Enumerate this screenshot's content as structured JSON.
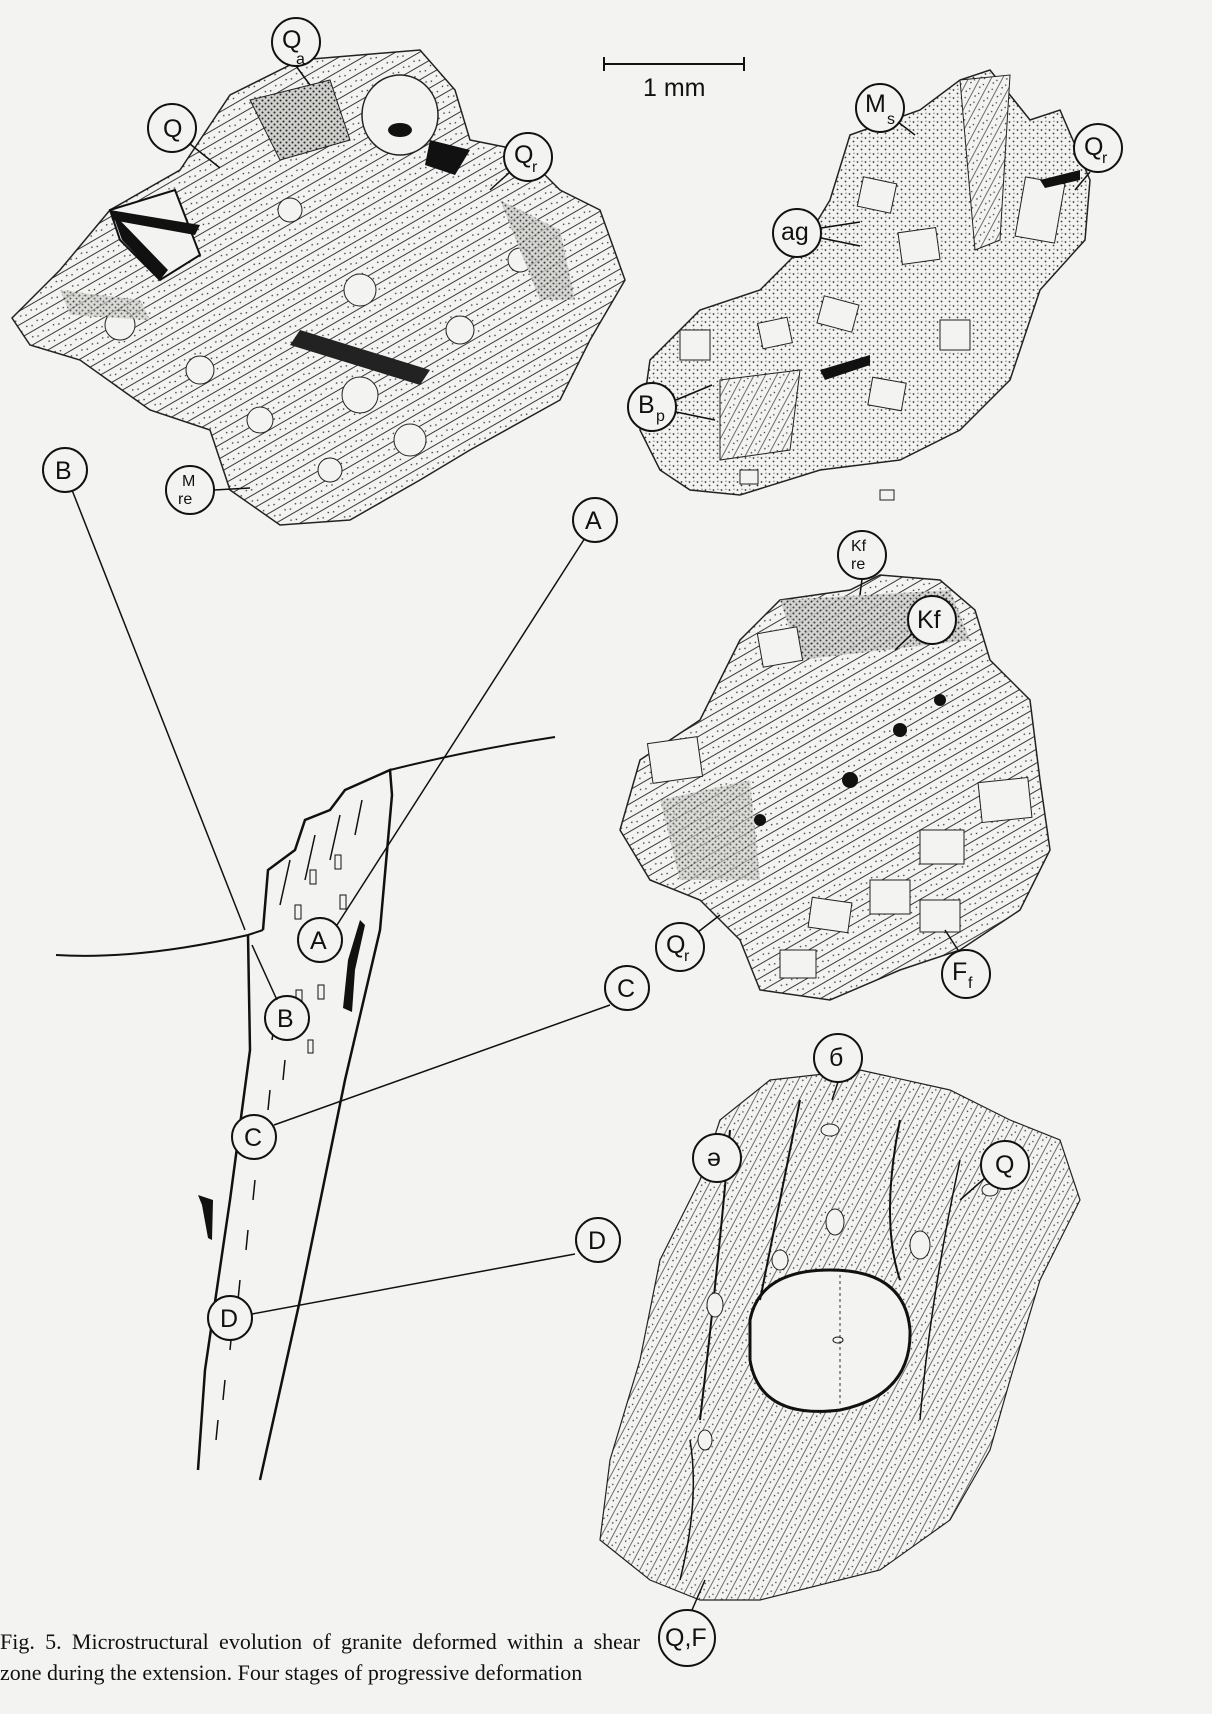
{
  "scale_bar": {
    "label": "1 mm"
  },
  "panels": {
    "B": {
      "labels": [
        "Q",
        "Q",
        "Q",
        "M"
      ],
      "subscripts": [
        "a",
        "r",
        "re"
      ]
    },
    "A": {
      "labels": [
        "M",
        "Q",
        "ag",
        "B"
      ],
      "subscripts": [
        "s",
        "r",
        "p"
      ]
    },
    "C": {
      "labels": [
        "Kf",
        "Kf",
        "Q",
        "F"
      ],
      "subscripts": [
        "re",
        "r",
        "f"
      ]
    },
    "D": {
      "labels": [
        "б",
        "ә",
        "Q",
        "Q,F"
      ]
    }
  },
  "cross_section": {
    "locations": [
      "A",
      "B",
      "C",
      "D"
    ]
  },
  "caption": "Fig. 5. Microstructural evolution of granite deformed within a shear zone during the extension. Four stages of progressive deformation"
}
